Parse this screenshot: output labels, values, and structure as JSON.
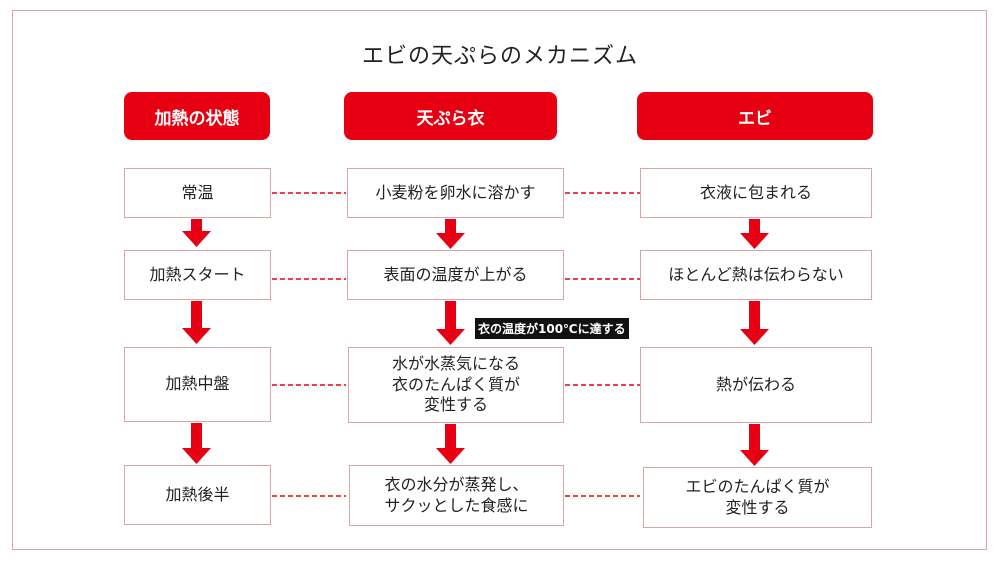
{
  "title": "エビの天ぷらのメカニズム",
  "headers": {
    "state": "加熱の状態",
    "batter": "天ぷら衣",
    "shrimp": "エビ"
  },
  "rows": [
    {
      "state": "常温",
      "batter": "小麦粉を卵水に溶かす",
      "shrimp": "衣液に包まれる"
    },
    {
      "state": "加熱スタート",
      "batter": "表面の温度が上がる",
      "shrimp": "ほとんど熱は伝わらない"
    },
    {
      "state": "加熱中盤",
      "batter": "水が水蒸気になる\n衣のたんぱく質が\n変性する",
      "shrimp": "熱が伝わる"
    },
    {
      "state": "加熱後半",
      "batter": "衣の水分が蒸発し、\nサクッとした食感に",
      "shrimp": "エビのたんぱく質が\n変性する"
    }
  ],
  "annotation": "衣の温度が100℃に達する",
  "colors": {
    "accent": "#e60012",
    "border": "#d9a6a6"
  }
}
